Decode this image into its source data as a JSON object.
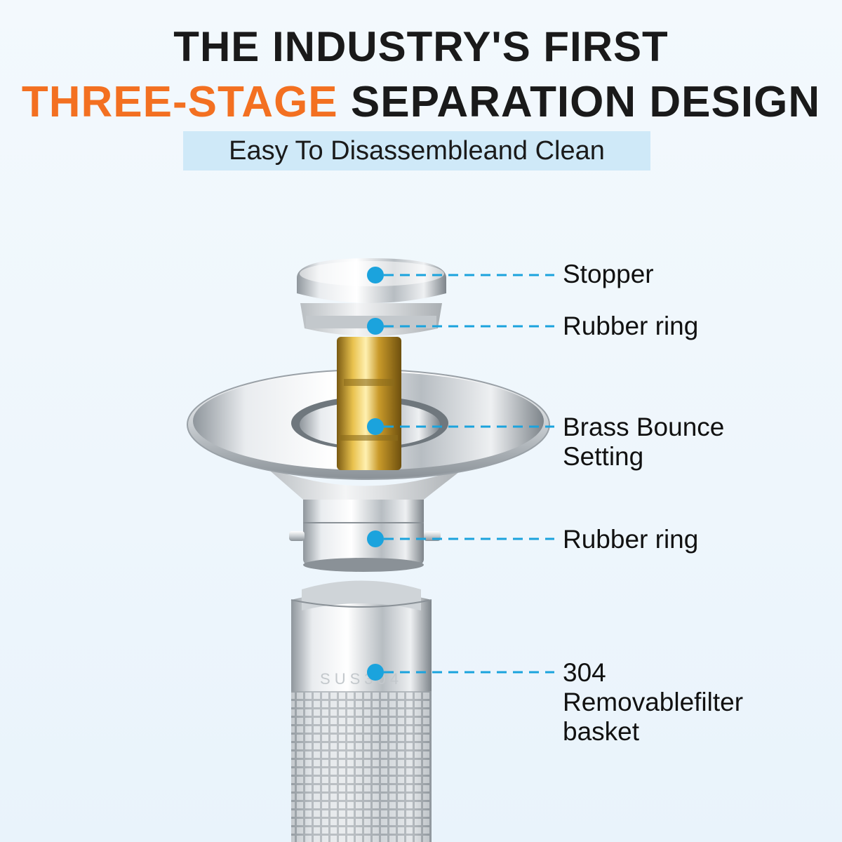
{
  "headline": {
    "line1": "THE INDUSTRY'S FIRST",
    "line2_accent": "THREE-STAGE",
    "line2_rest": " SEPARATION DESIGN",
    "subtitle": "Easy To Disassembleand Clean"
  },
  "parts": [
    {
      "label_lines": [
        "Stopper"
      ]
    },
    {
      "label_lines": [
        "Rubber ring"
      ]
    },
    {
      "label_lines": [
        "Brass Bounce",
        "Setting"
      ]
    },
    {
      "label_lines": [
        "Rubber ring"
      ]
    },
    {
      "label_lines": [
        "304",
        "Removablefilter",
        "basket"
      ]
    }
  ],
  "basket_engraving": "SUS304",
  "colors": {
    "accent": "#f37021",
    "callout": "#1ba3dd",
    "subtitle_bg": "#cfe9f8",
    "text": "#1a1a1a"
  }
}
